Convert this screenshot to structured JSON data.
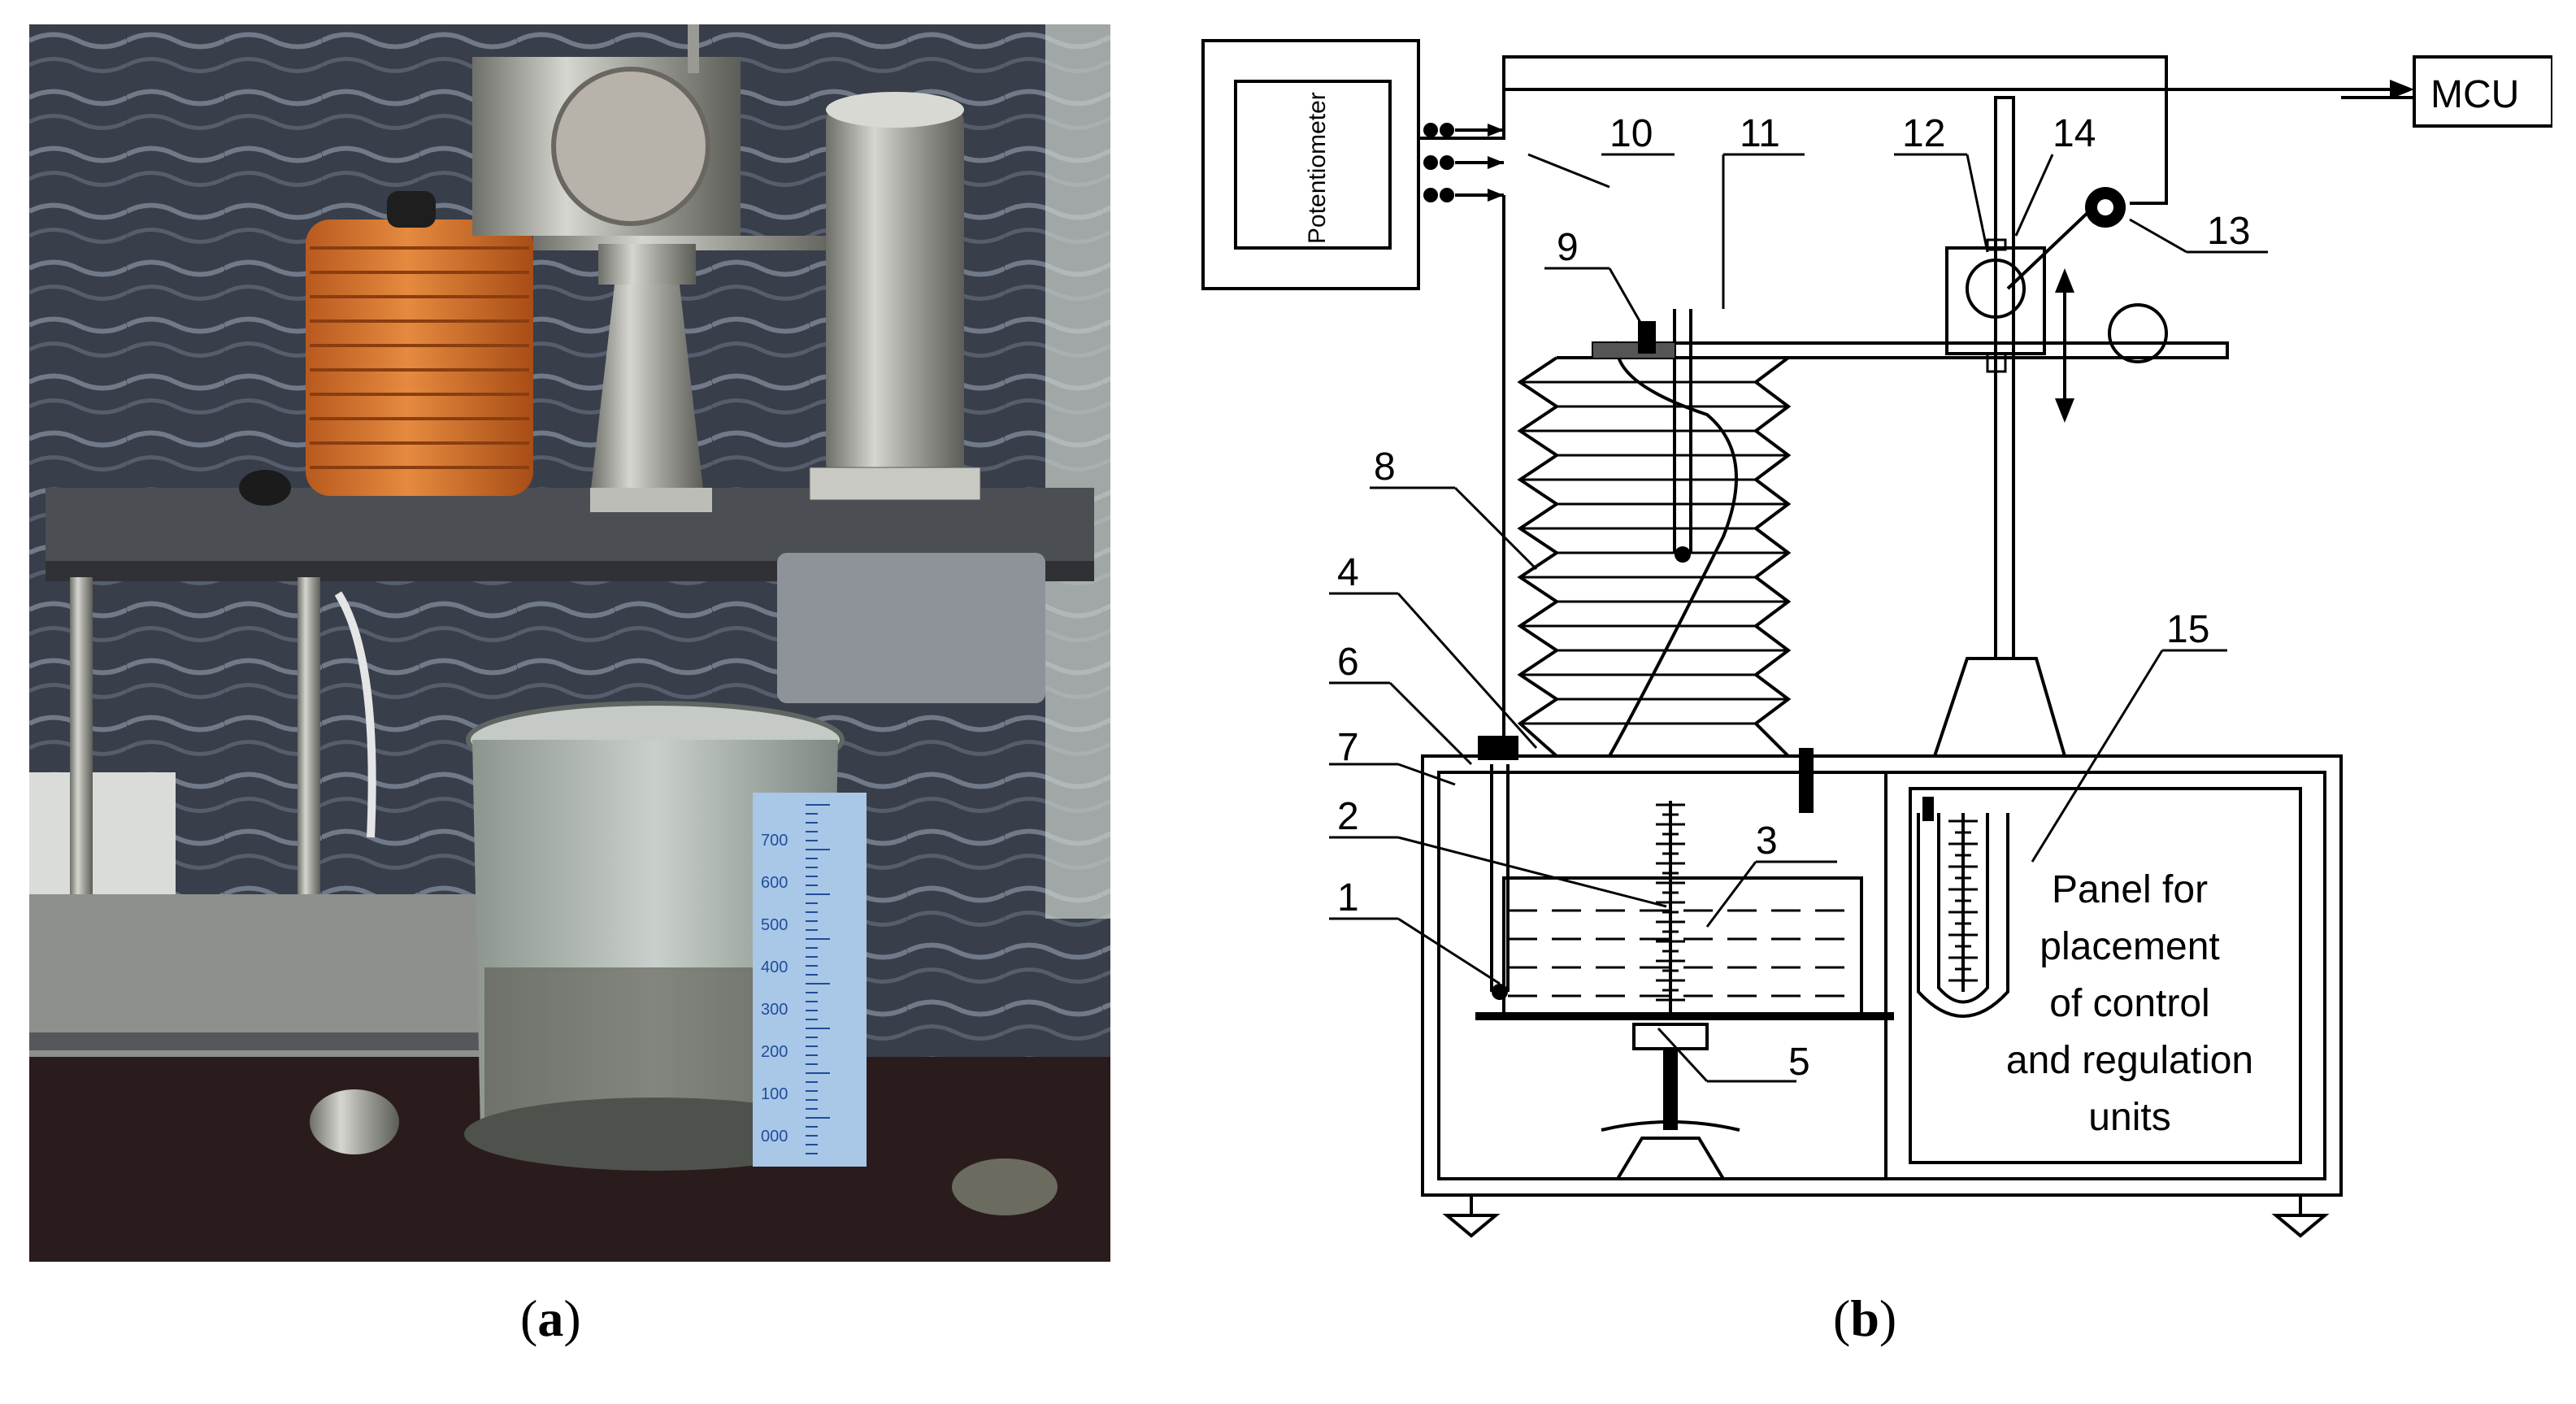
{
  "panels": {
    "a": {
      "open": "(",
      "letter": "a",
      "close": ")"
    },
    "b": {
      "open": "(",
      "letter": "b",
      "close": ")"
    }
  },
  "diagram": {
    "potentiometer_label": "Potentiometer",
    "mcu_label": "MCU",
    "panel_text": [
      "Panel for",
      "placement",
      "of control",
      "and regulation",
      "units"
    ],
    "numbers": [
      "1",
      "2",
      "3",
      "4",
      "5",
      "6",
      "7",
      "8",
      "9",
      "10",
      "11",
      "12",
      "13",
      "14",
      "15"
    ]
  },
  "photo": {
    "scale_ticks": [
      "700",
      "600",
      "500",
      "400",
      "300",
      "200",
      "100",
      "000"
    ]
  },
  "colors": {
    "bellows_orange": "#d9772f",
    "glass": "#b9c2bd",
    "scale_blue": "#a9c7e6",
    "background_pattern": "#3c4350",
    "steel": "#b8b8b4"
  }
}
